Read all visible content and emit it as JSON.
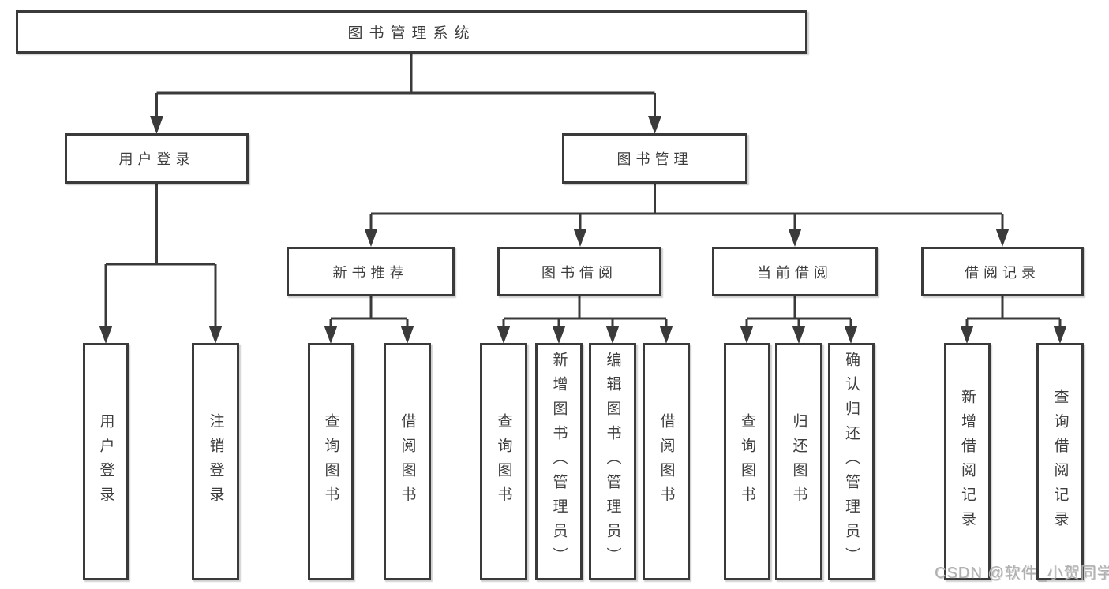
{
  "title": "图书管理系统",
  "watermark": "CSDN @软件_小贺同学",
  "colors": {
    "line": "#3a3a3a",
    "text": "#3d3d3d",
    "watermark": "#b0b0b0",
    "background": "#ffffff"
  },
  "nodes": {
    "root": "图书管理系统",
    "user_login": "用户登录",
    "book_mgmt": "图书管理",
    "new_book_rec": "新书推荐",
    "book_borrow": "图书借阅",
    "current_borrow": "当前借阅",
    "borrow_record": "借阅记录",
    "leaf_user_login": "用户登录",
    "leaf_logout_login": "注销登录",
    "rec_query_book": "查询图书",
    "rec_borrow_book": "借阅图书",
    "bb_query_book": "查询图书",
    "bb_add_book": "新增图书（管理员）",
    "bb_edit_book": "编辑图书（管理员）",
    "bb_borrow_book": "借阅图书",
    "cb_query_book": "查询图书",
    "cb_return_book": "归还图书",
    "cb_confirm_return": "确认归还（管理员）",
    "br_add_record": "新增借阅记录",
    "br_query_record": "查询借阅记录"
  },
  "hierarchy": {
    "图书管理系统": {
      "用户登录": [
        "用户登录",
        "注销登录"
      ],
      "图书管理": {
        "新书推荐": [
          "查询图书",
          "借阅图书"
        ],
        "图书借阅": [
          "查询图书",
          "新增图书（管理员）",
          "编辑图书（管理员）",
          "借阅图书"
        ],
        "当前借阅": [
          "查询图书",
          "归还图书",
          "确认归还（管理员）"
        ],
        "借阅记录": [
          "新增借阅记录",
          "查询借阅记录"
        ]
      }
    }
  }
}
